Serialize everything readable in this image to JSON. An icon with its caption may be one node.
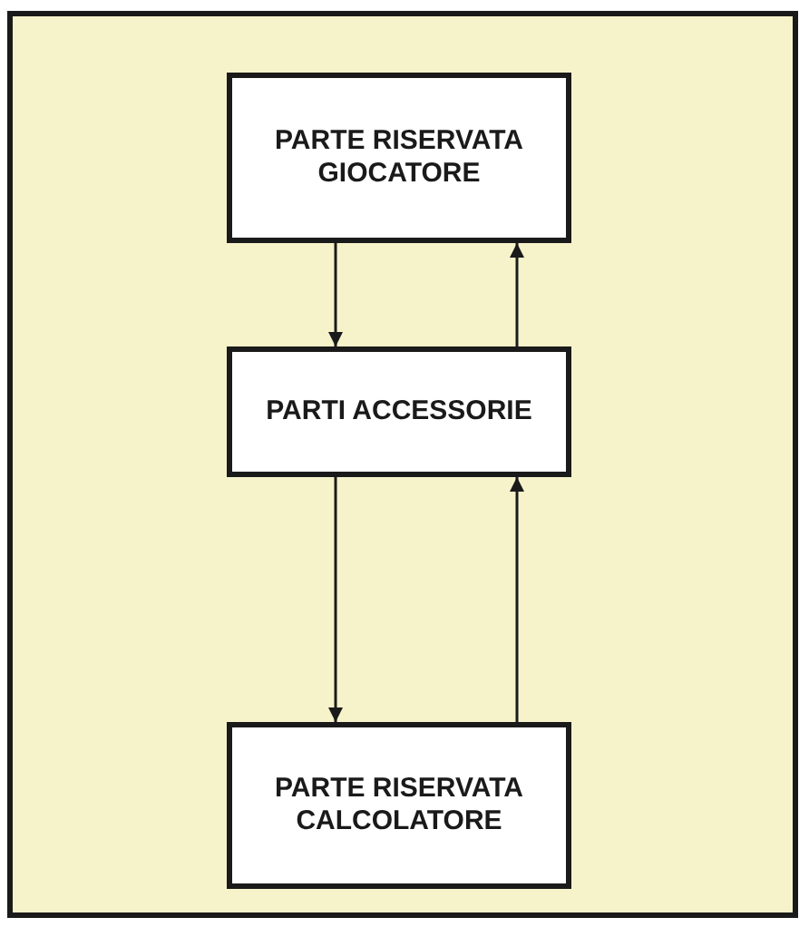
{
  "diagram": {
    "nodes": [
      {
        "text": [
          "PARTE RISERVATA GIOCATORE"
        ]
      },
      {
        "text": [
          "PARTI ACCESSORIE"
        ]
      },
      {
        "text": [
          "PARTE RISERVATA CALCOLATORE"
        ]
      }
    ],
    "edges": [
      {
        "from": 0,
        "to": 1,
        "arrow": "to"
      },
      {
        "from": 1,
        "to": 0,
        "arrow": "to"
      },
      {
        "from": 1,
        "to": 2,
        "arrow": "to"
      },
      {
        "from": 2,
        "to": 1,
        "arrow": "to"
      }
    ]
  }
}
